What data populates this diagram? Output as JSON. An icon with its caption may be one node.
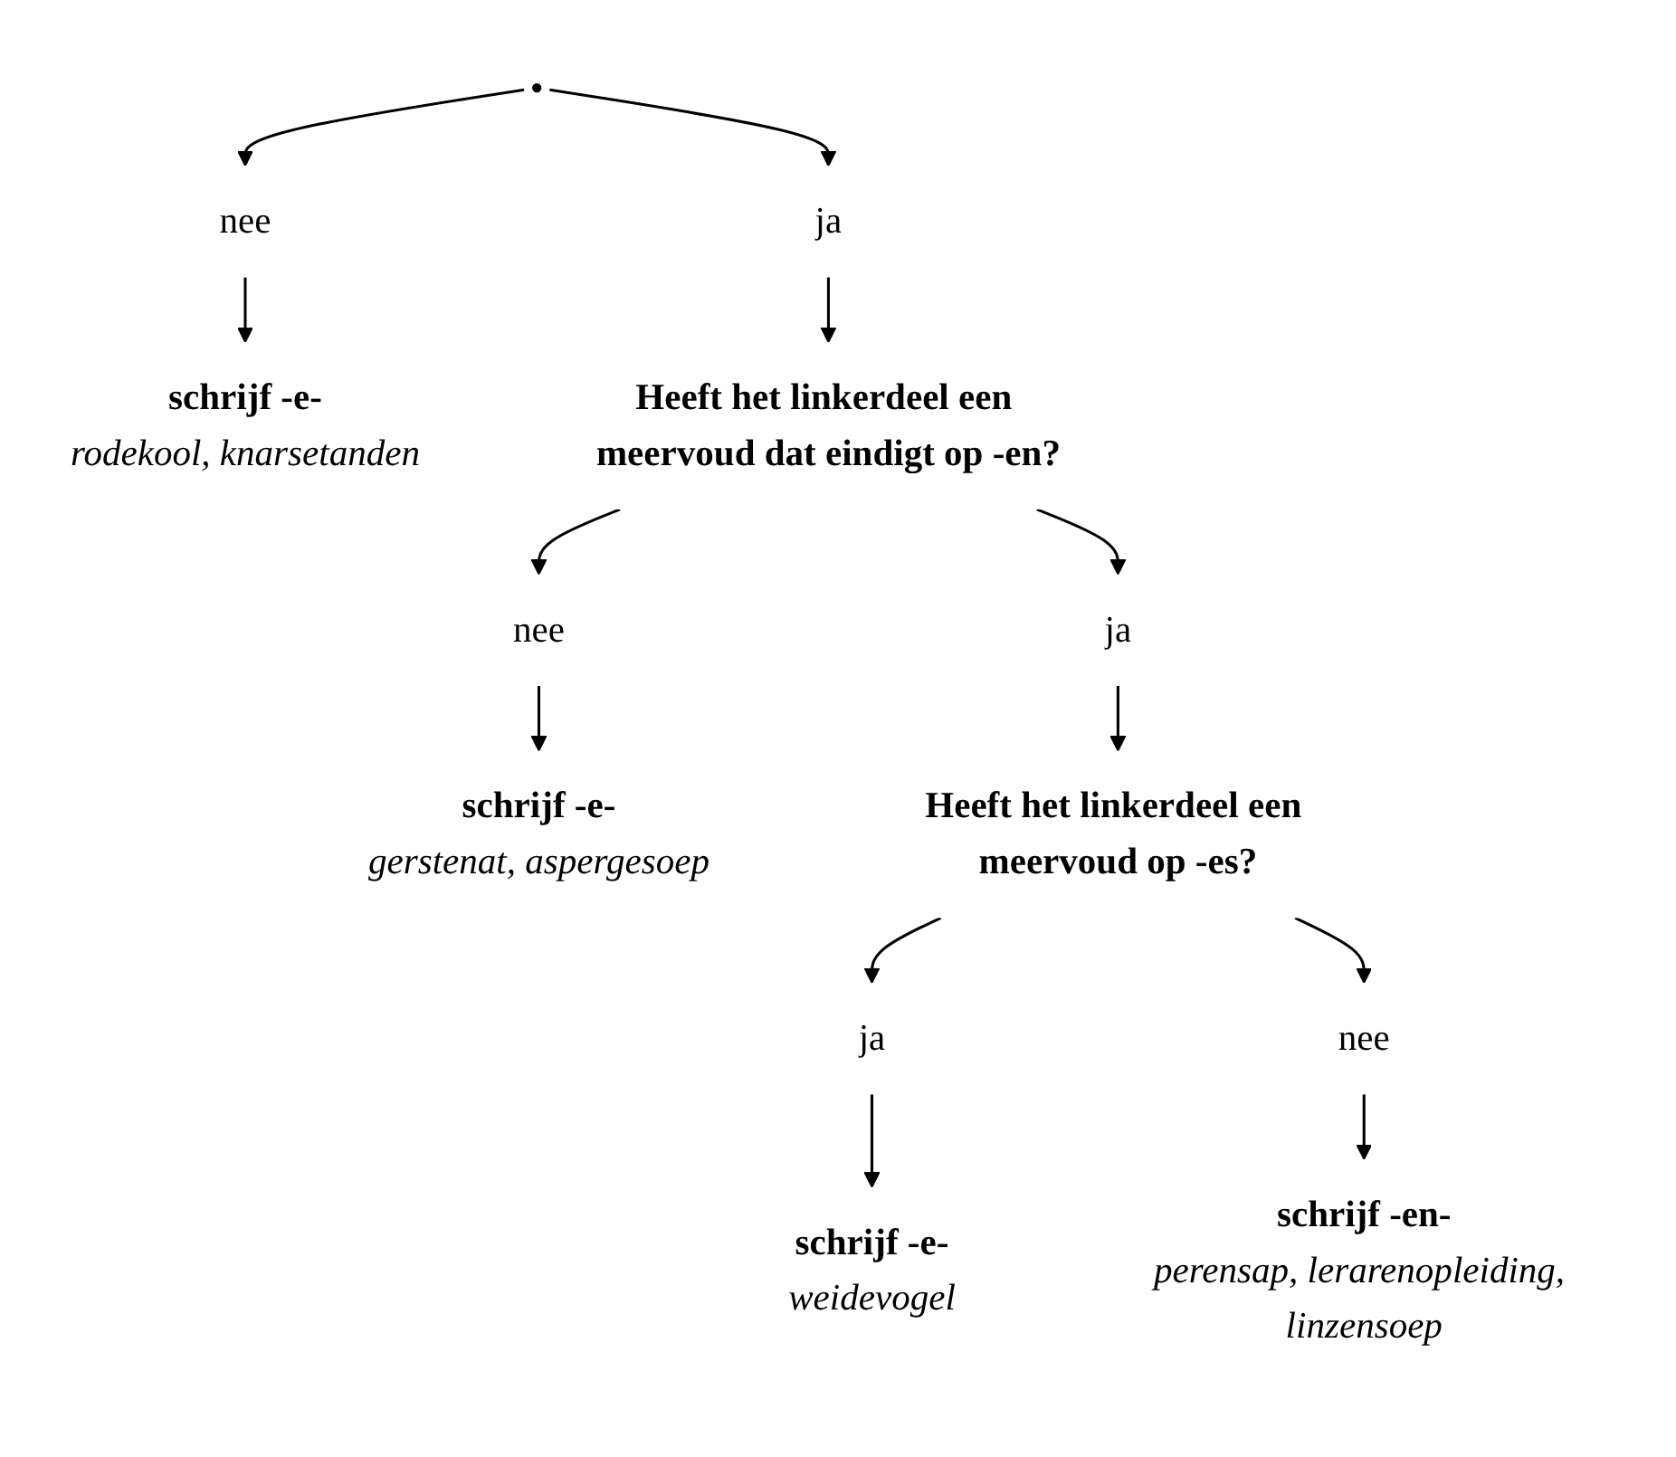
{
  "diagram": {
    "nodes": [
      {
        "text": [
          "nee"
        ]
      },
      {
        "text": [
          "ja"
        ]
      },
      {
        "text": [
          "schrijf -e-",
          "rodekool, knarsetanden"
        ]
      },
      {
        "text": [
          "Heeft het linkerdeel een meervoud dat eindigt op -en?"
        ]
      },
      {
        "text": [
          "nee"
        ]
      },
      {
        "text": [
          "ja"
        ]
      },
      {
        "text": [
          "schrijf -e-",
          "gerstenat, aspergesoep"
        ]
      },
      {
        "text": [
          "Heeft het linkerdeel een meervoud op -es?"
        ]
      },
      {
        "text": [
          "ja"
        ]
      },
      {
        "text": [
          "nee"
        ]
      },
      {
        "text": [
          "schrijf -e-",
          "weidevogel"
        ]
      },
      {
        "text": [
          "schrijf -en-",
          "perensap, lerarenopleiding, linzensoep"
        ]
      }
    ],
    "edges": [
      {
        "from": null,
        "to": 0,
        "arrow": "to"
      },
      {
        "from": null,
        "to": 1,
        "arrow": "to"
      },
      {
        "from": 0,
        "to": 2,
        "arrow": "to"
      },
      {
        "from": 1,
        "to": 3,
        "arrow": "to"
      },
      {
        "from": 3,
        "to": 4,
        "arrow": "to"
      },
      {
        "from": 3,
        "to": 5,
        "arrow": "to"
      },
      {
        "from": 4,
        "to": 6,
        "arrow": "to"
      },
      {
        "from": 5,
        "to": 7,
        "arrow": "to"
      },
      {
        "from": 7,
        "to": 8,
        "arrow": "to"
      },
      {
        "from": 7,
        "to": 9,
        "arrow": "to"
      },
      {
        "from": 8,
        "to": 10,
        "arrow": "to"
      },
      {
        "from": 9,
        "to": 11,
        "arrow": "to"
      }
    ]
  }
}
